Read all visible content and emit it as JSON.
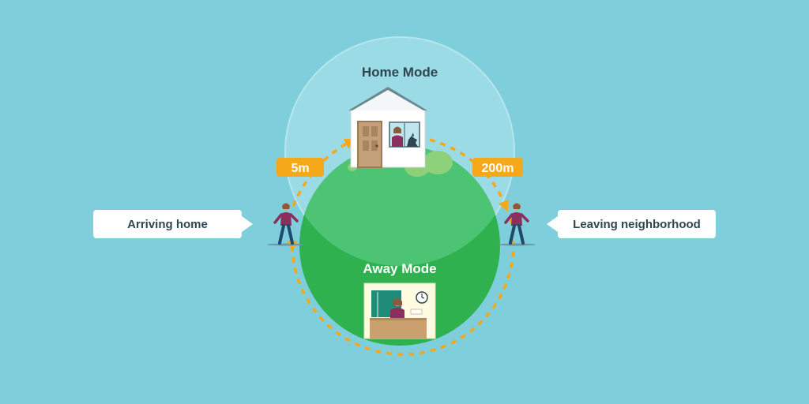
{
  "labels": {
    "home_mode": "Home Mode",
    "away_mode": "Away Mode",
    "arriving": "Arriving home",
    "leaving": "Leaving neighborhood",
    "distance_arrive": "5m",
    "distance_leave": "200m"
  },
  "icons": {
    "house": "house-icon",
    "office": "office-desk-icon",
    "walker": "person-walking-icon",
    "dog": "dog-icon",
    "clock": "clock-icon"
  },
  "colors": {
    "background": "#7ecfdb",
    "home_zone": "#a5e0e9",
    "away_zone": "#2fb150",
    "path": "#f6a81b",
    "text_dark": "#2f4550"
  }
}
